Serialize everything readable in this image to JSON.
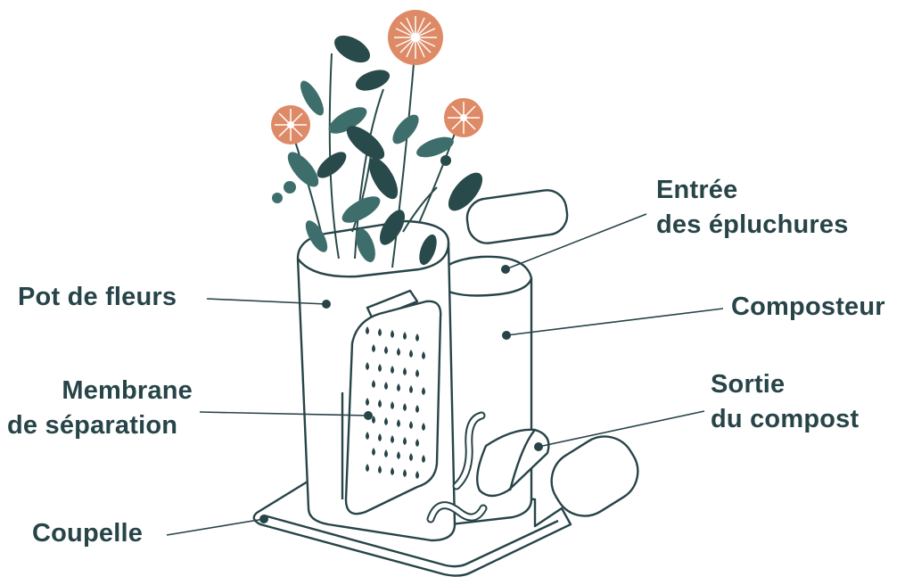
{
  "labels": {
    "pot": "Pot de fleurs",
    "membrane_line1": "Membrane",
    "membrane_line2": "de séparation",
    "saucer": "Coupelle",
    "inlet_line1": "Entrée",
    "inlet_line2": "des épluchures",
    "composter": "Composteur",
    "outlet_line1": "Sortie",
    "outlet_line2": "du compost"
  },
  "colors": {
    "ink": "#274448",
    "leaf_dark": "#294a4a",
    "leaf_teal": "#3d6e6c",
    "flower": "#de8a66",
    "background": "#ffffff"
  }
}
